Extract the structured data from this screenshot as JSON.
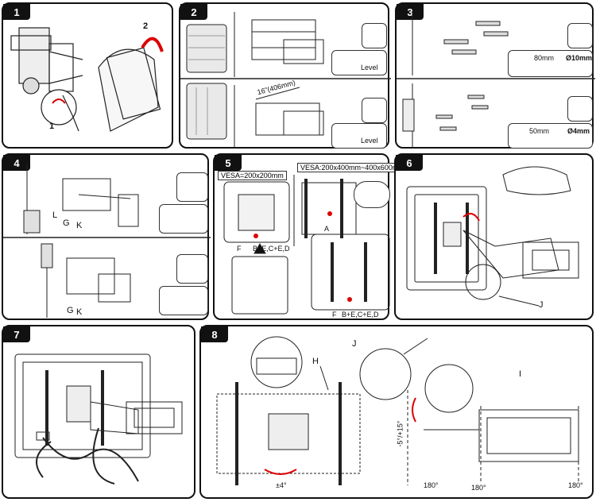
{
  "steps": [
    {
      "num": "1",
      "arrow_labels": [
        "1",
        "2"
      ]
    },
    {
      "num": "2",
      "dimension": "16\"(406mm)",
      "level_label": "Level"
    },
    {
      "num": "3",
      "drill_wood": "Ø10mm",
      "depth_wood": "80mm",
      "drill_concrete": "Ø4mm",
      "depth_concrete": "50mm"
    },
    {
      "num": "4",
      "labels_top": [
        "L",
        "G",
        "K"
      ],
      "labels_bottom": [
        "G",
        "K"
      ]
    },
    {
      "num": "5",
      "vesa_small": "VESA=200x200mm",
      "vesa_large": "VESA:200x400mm~400x600mm",
      "label_a": "A",
      "label_f1": "F",
      "label_be1": "B+E,C+E,D",
      "label_f2": "F",
      "label_be2": "B+E,C+E,D"
    },
    {
      "num": "6",
      "label_j": "J"
    },
    {
      "num": "7"
    },
    {
      "num": "8",
      "label_h": "H",
      "label_j": "J",
      "label_i": "I",
      "tilt": "-5°/+15°",
      "rotate": "±4°",
      "swivel": [
        "180°",
        "180°",
        "180°"
      ]
    }
  ]
}
